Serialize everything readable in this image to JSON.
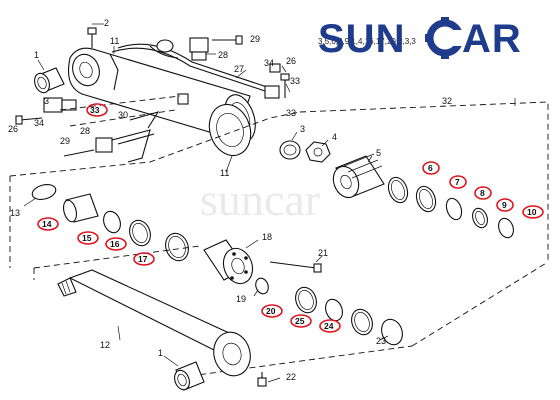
{
  "brand": {
    "logo_left": "SUN",
    "logo_right": "AR",
    "watermark": "suncar",
    "logo_color": "#1f3b8c",
    "accent_red": "#e0141e"
  },
  "header_codes": "3,5,6,8,9,1,4,16,17,20,2,3,3",
  "callouts": {
    "c1": "1",
    "c2": "2",
    "c3": "3",
    "c4": "4",
    "c5": "5",
    "c6": "6",
    "c7": "7",
    "c8": "8",
    "c9": "9",
    "c10": "10",
    "c11": "11",
    "c11b": "11",
    "c12": "12",
    "c13": "13",
    "c14": "14",
    "c15": "15",
    "c16": "16",
    "c17": "17",
    "c18": "18",
    "c19": "19",
    "c20": "20",
    "c21": "21",
    "c22": "22",
    "c23": "23",
    "c24": "24",
    "c25": "25",
    "c26": "26",
    "c26b": "26",
    "c27": "27",
    "c28": "28",
    "c28b": "28",
    "c29": "29",
    "c29b": "29",
    "c30": "30",
    "c32": "32",
    "c33": "33",
    "c33b": "33",
    "c34": "34",
    "c34b": "34",
    "c1b": "1"
  },
  "highlighted_parts": [
    "6",
    "7",
    "8",
    "9",
    "10",
    "14",
    "15",
    "16",
    "17",
    "20",
    "24",
    "25",
    "33"
  ]
}
